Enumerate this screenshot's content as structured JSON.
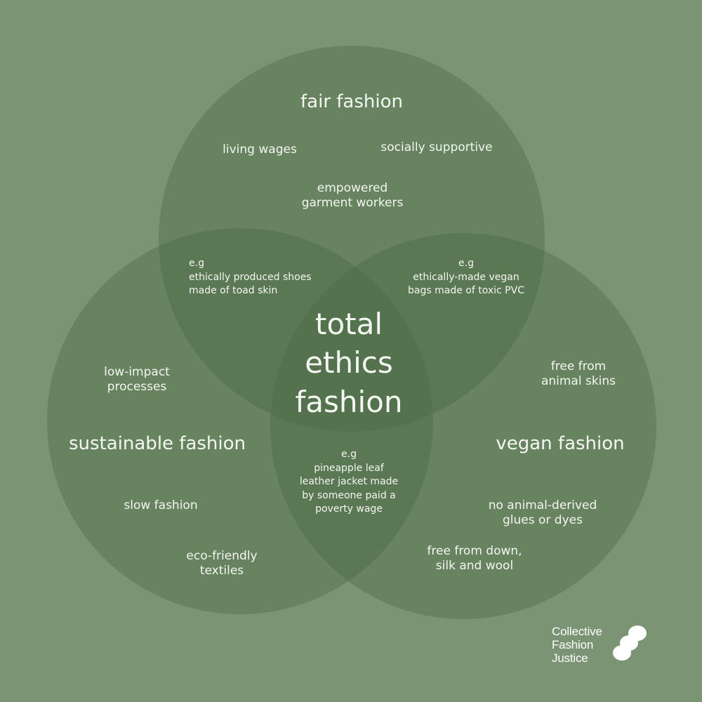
{
  "colors": {
    "background": "#7a9474",
    "circle_fill": "#4a6a44",
    "text": "#f4f6f1"
  },
  "fair": {
    "title": "fair fashion",
    "items": [
      "living wages",
      "socially supportive",
      "empowered\ngarment workers"
    ]
  },
  "sustainable": {
    "title": "sustainable fashion",
    "items": [
      "low-impact\nprocesses",
      "slow fashion",
      "eco-friendly\ntextiles"
    ]
  },
  "vegan": {
    "title": "vegan fashion",
    "items": [
      "free from\nanimal skins",
      "no animal-derived\nglues or dyes",
      "free from down,\nsilk and wool"
    ]
  },
  "overlaps": {
    "fair_sustainable": "e.g\nethically produced shoes\nmade of toad skin",
    "fair_vegan": "e.g\nethically-made vegan\nbags made of toxic PVC",
    "sustainable_vegan": "e.g\npineapple leaf\nleather jacket made\nby someone paid a\npoverty wage"
  },
  "center": {
    "title": "total\nethics\nfashion"
  },
  "logo": {
    "text": "Collective\nFashion\nJustice"
  }
}
